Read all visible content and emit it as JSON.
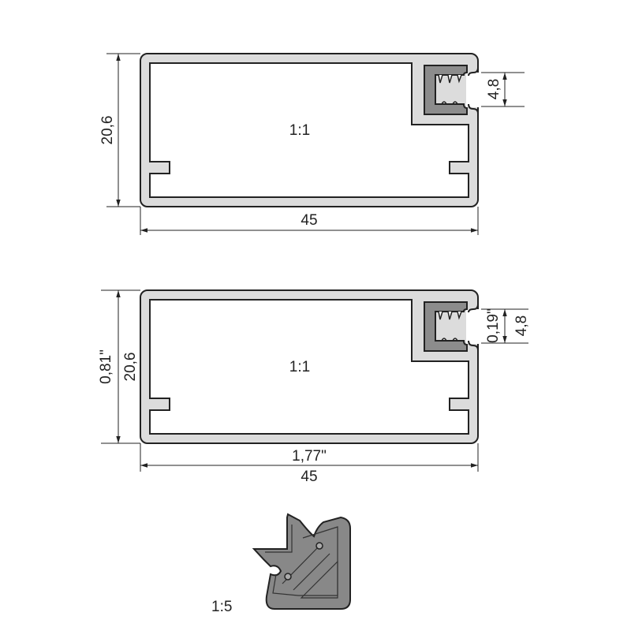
{
  "drawings": [
    {
      "scale": "1:1",
      "height_dims": [
        "20,6"
      ],
      "width_dims": [
        "45"
      ],
      "slot_dims": [
        "4,8"
      ]
    },
    {
      "scale": "1:1",
      "height_dims": [
        "0,81\"",
        "20,6"
      ],
      "width_dims": [
        "1,77\"",
        "45"
      ],
      "slot_dims": [
        "0,19\"",
        "4,8"
      ]
    }
  ],
  "corner_piece": {
    "scale": "1:5"
  },
  "colors": {
    "profile": "#dcdcdc",
    "channel": "#8c8c8c",
    "corner": "#888888",
    "line": "#222222"
  }
}
